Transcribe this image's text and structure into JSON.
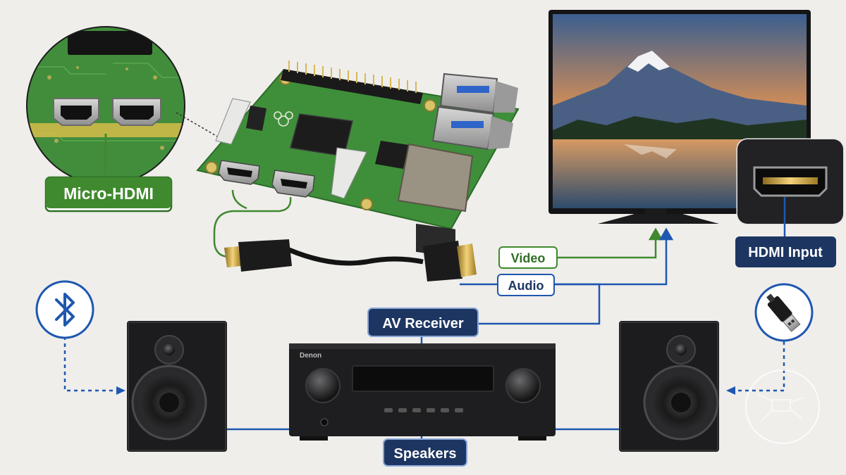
{
  "labels": {
    "micro_hdmi": "Micro-HDMI",
    "hdmi_input": "HDMI Input",
    "video": "Video",
    "audio": "Audio",
    "av_receiver": "AV Receiver",
    "speakers": "Speakers"
  },
  "receiver": {
    "brand": "Denon"
  },
  "colors": {
    "green": "#3f8a2e",
    "green_dark": "#2f6f26",
    "blue": "#1f57b0",
    "navy": "#1d3561",
    "pcb": "#3f8f3a",
    "device_black": "#1c1c1e"
  },
  "icons": [
    "bluetooth-icon",
    "usb-plug-icon",
    "raspberry-pi-logo-icon"
  ]
}
